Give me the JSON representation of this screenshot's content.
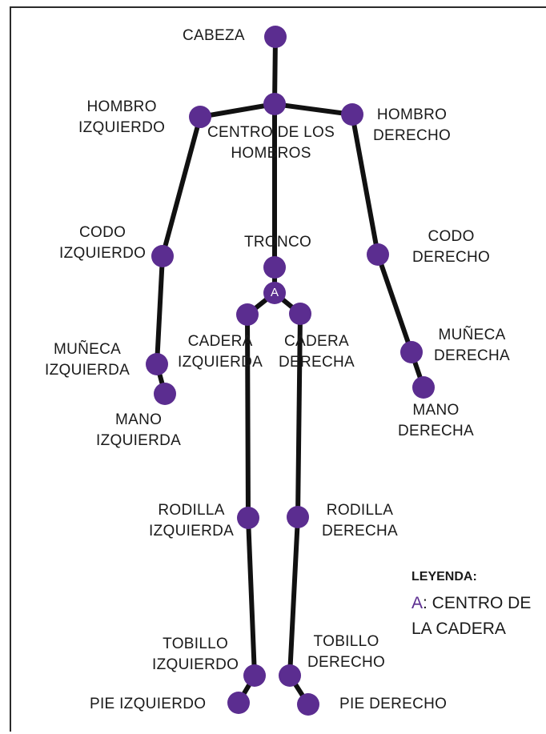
{
  "joints": {
    "head": "CABEZA",
    "left_shoulder": [
      "HOMBRO",
      "IZQUIERDO"
    ],
    "shoulder_center": [
      "CENTRO DE LOS",
      "HOMBROS"
    ],
    "right_shoulder": [
      "HOMBRO",
      "DERECHO"
    ],
    "left_elbow": [
      "CODO",
      "IZQUIERDO"
    ],
    "spine": "TRONCO",
    "right_elbow": [
      "CODO",
      "DERECHO"
    ],
    "hip_center_mark": "A",
    "left_hip": [
      "CADERA",
      "IZQUIERDA"
    ],
    "right_hip": [
      "CADERA",
      "DERECHA"
    ],
    "left_wrist": [
      "MUÑECA",
      "IZQUIERDA"
    ],
    "right_wrist": [
      "MUÑECA",
      "DERECHA"
    ],
    "left_hand": [
      "MANO",
      "IZQUIERDA"
    ],
    "right_hand": [
      "MANO",
      "DERECHA"
    ],
    "left_knee": [
      "RODILLA",
      "IZQUIERDA"
    ],
    "right_knee": [
      "RODILLA",
      "DERECHA"
    ],
    "left_ankle": [
      "TOBILLO",
      "IZQUIERDO"
    ],
    "right_ankle": [
      "TOBILLO",
      "DERECHO"
    ],
    "left_foot": "PIE IZQUIERDO",
    "right_foot": "PIE DERECHO"
  },
  "legend": {
    "title": "LEYENDA:",
    "key": "A",
    "key_text": ": CENTRO DE",
    "key_text_2": "LA CADERA"
  },
  "colors": {
    "joint": "#5b2d90",
    "bone": "#111111"
  }
}
